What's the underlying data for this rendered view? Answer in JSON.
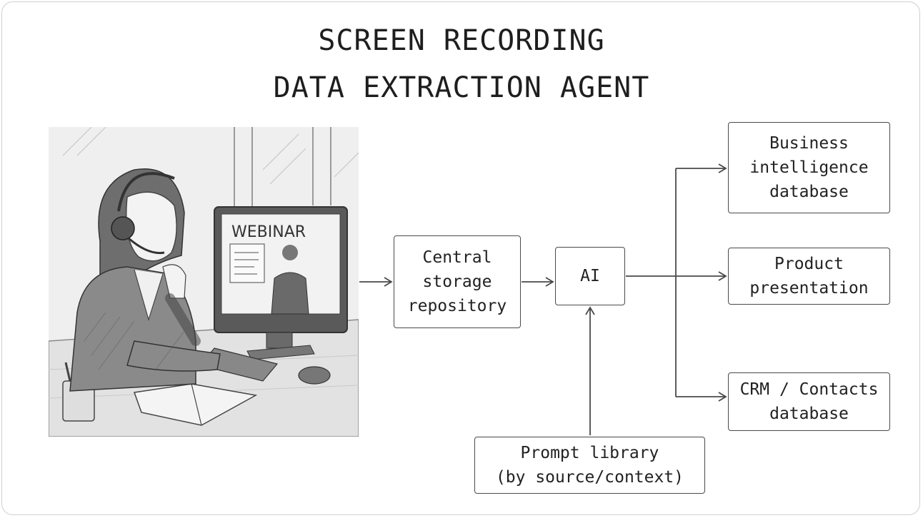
{
  "title": {
    "line1": "SCREEN RECORDING",
    "line2": "DATA EXTRACTION AGENT"
  },
  "illustration": {
    "screen_label": "WEBINAR",
    "icon": "person-with-headset-at-computer-sketch"
  },
  "nodes": {
    "storage": {
      "lines": [
        "Central",
        "storage",
        "repository"
      ]
    },
    "ai": {
      "lines": [
        "AI"
      ]
    },
    "prompts": {
      "lines": [
        "Prompt library",
        "(by source/context)"
      ]
    },
    "bi": {
      "lines": [
        "Business",
        "intelligence",
        "database"
      ]
    },
    "product": {
      "lines": [
        "Product",
        "presentation"
      ]
    },
    "crm": {
      "lines": [
        "CRM / Contacts",
        "database"
      ]
    }
  },
  "colors": {
    "stroke": "#4a4a4a",
    "text": "#1e1e1e",
    "sketch_bg": "#efefef"
  }
}
